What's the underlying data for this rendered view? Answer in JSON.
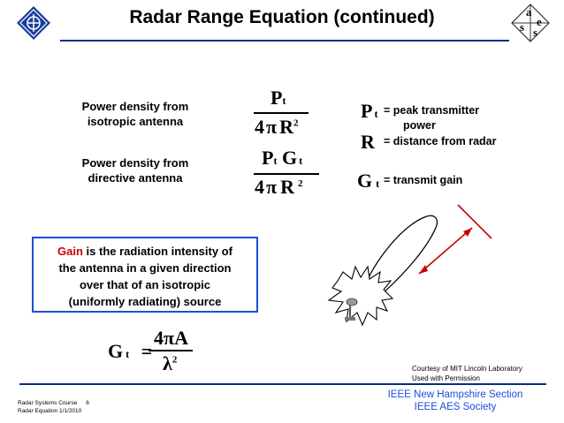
{
  "slide": {
    "title": "Radar Range Equation (continued)"
  },
  "logos": {
    "left": "ieee-logo-icon",
    "right_letters": [
      "a",
      "e",
      "s",
      "s"
    ]
  },
  "definitions": [
    {
      "label_line1": "Power density from",
      "label_line2": "isotropic antenna"
    },
    {
      "label_line1": "Power density from",
      "label_line2": "directive antenna"
    }
  ],
  "formula1": {
    "num_main": "P",
    "num_sub": "t",
    "den_coef": "4",
    "den_pi": "π",
    "den_main": "R",
    "den_sup": "2"
  },
  "formula2": {
    "num_p": "P",
    "num_p_sub": "t",
    "num_g": "G",
    "num_g_sub": "t",
    "den_coef": "4",
    "den_pi": "π",
    "den_main": "R",
    "den_sup": "2"
  },
  "legend": [
    {
      "symbol": "P",
      "sub": "t",
      "text": "= peak transmitter",
      "text2": "power"
    },
    {
      "symbol": "R",
      "sub": "",
      "text": "= distance from radar",
      "text2": ""
    },
    {
      "symbol": "G",
      "sub": "t",
      "text": "= transmit gain",
      "text2": ""
    }
  ],
  "gain_box": {
    "keyword": "Gain",
    "line1_rest": " is the radiation intensity of",
    "line2": "the antenna in a given direction",
    "line3": "over that of an isotropic",
    "line4": "(uniformly radiating) source"
  },
  "gain_formula": {
    "lhs_main": "G",
    "lhs_sub": "t",
    "equals": "=",
    "num_coef": "4",
    "num_pi": "π",
    "num_main": "A",
    "den_main": "λ",
    "den_sup": "2"
  },
  "credit": {
    "line1": "Courtesy of MIT Lincoln Laboratory",
    "line2": "Used with Permission"
  },
  "footer": {
    "left_line1": "Radar Systems Course",
    "left_page": "6",
    "left_line2": "Radar Equation 1/1/2010",
    "right_line1": "IEEE New Hampshire Section",
    "right_line2": "IEEE AES Society"
  },
  "colors": {
    "rule": "#0a2a8c",
    "box_border": "#1a4fd6",
    "accent_red": "#cc0000",
    "footer_text": "#1a4fd6"
  }
}
